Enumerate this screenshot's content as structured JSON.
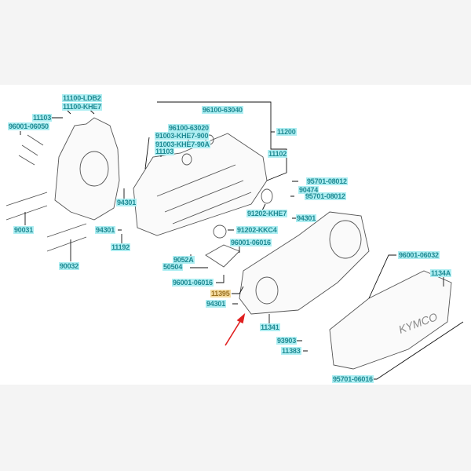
{
  "diagram": {
    "title": "Crankcase / Left Crankcase Cover parts diagram",
    "brand_logo": "KYMCO",
    "highlight_color": "#aeeef2",
    "label_color": "#1f8a93",
    "selected_color": "#f5dca0",
    "arrow_color": "#e02020",
    "labels": [
      {
        "id": "l1",
        "text": "11100-LDB2"
      },
      {
        "id": "l2",
        "text": "11100-KHE7"
      },
      {
        "id": "l3",
        "text": "11103"
      },
      {
        "id": "l4",
        "text": "96001-06050"
      },
      {
        "id": "l5",
        "text": "90031"
      },
      {
        "id": "l6",
        "text": "90032"
      },
      {
        "id": "l7",
        "text": "94301"
      },
      {
        "id": "l8",
        "text": "94301"
      },
      {
        "id": "l9",
        "text": "11192"
      },
      {
        "id": "l10",
        "text": "96100-63040"
      },
      {
        "id": "l11",
        "text": "96100-63020"
      },
      {
        "id": "l12",
        "text": "91003-KHE7-900"
      },
      {
        "id": "l13",
        "text": "91003-KHE7-90A"
      },
      {
        "id": "l14",
        "text": "11103"
      },
      {
        "id": "l15",
        "text": "11200"
      },
      {
        "id": "l16",
        "text": "11102"
      },
      {
        "id": "l17",
        "text": "95701-08012"
      },
      {
        "id": "l18",
        "text": "90474"
      },
      {
        "id": "l19",
        "text": "95701-08012"
      },
      {
        "id": "l20",
        "text": "91202-KHE7"
      },
      {
        "id": "l21",
        "text": "94301"
      },
      {
        "id": "l22",
        "text": "91202-KKC4"
      },
      {
        "id": "l23",
        "text": "96001-06016"
      },
      {
        "id": "l24",
        "text": "9052A"
      },
      {
        "id": "l25",
        "text": "50504"
      },
      {
        "id": "l26",
        "text": "96001-06016"
      },
      {
        "id": "l27",
        "text": "11395",
        "selected": true
      },
      {
        "id": "l28",
        "text": "94301"
      },
      {
        "id": "l29",
        "text": "11341"
      },
      {
        "id": "l30",
        "text": "93903"
      },
      {
        "id": "l31",
        "text": "11383"
      },
      {
        "id": "l32",
        "text": "96001-06032"
      },
      {
        "id": "l33",
        "text": "1134A"
      },
      {
        "id": "l34",
        "text": "95701-06016"
      }
    ]
  }
}
